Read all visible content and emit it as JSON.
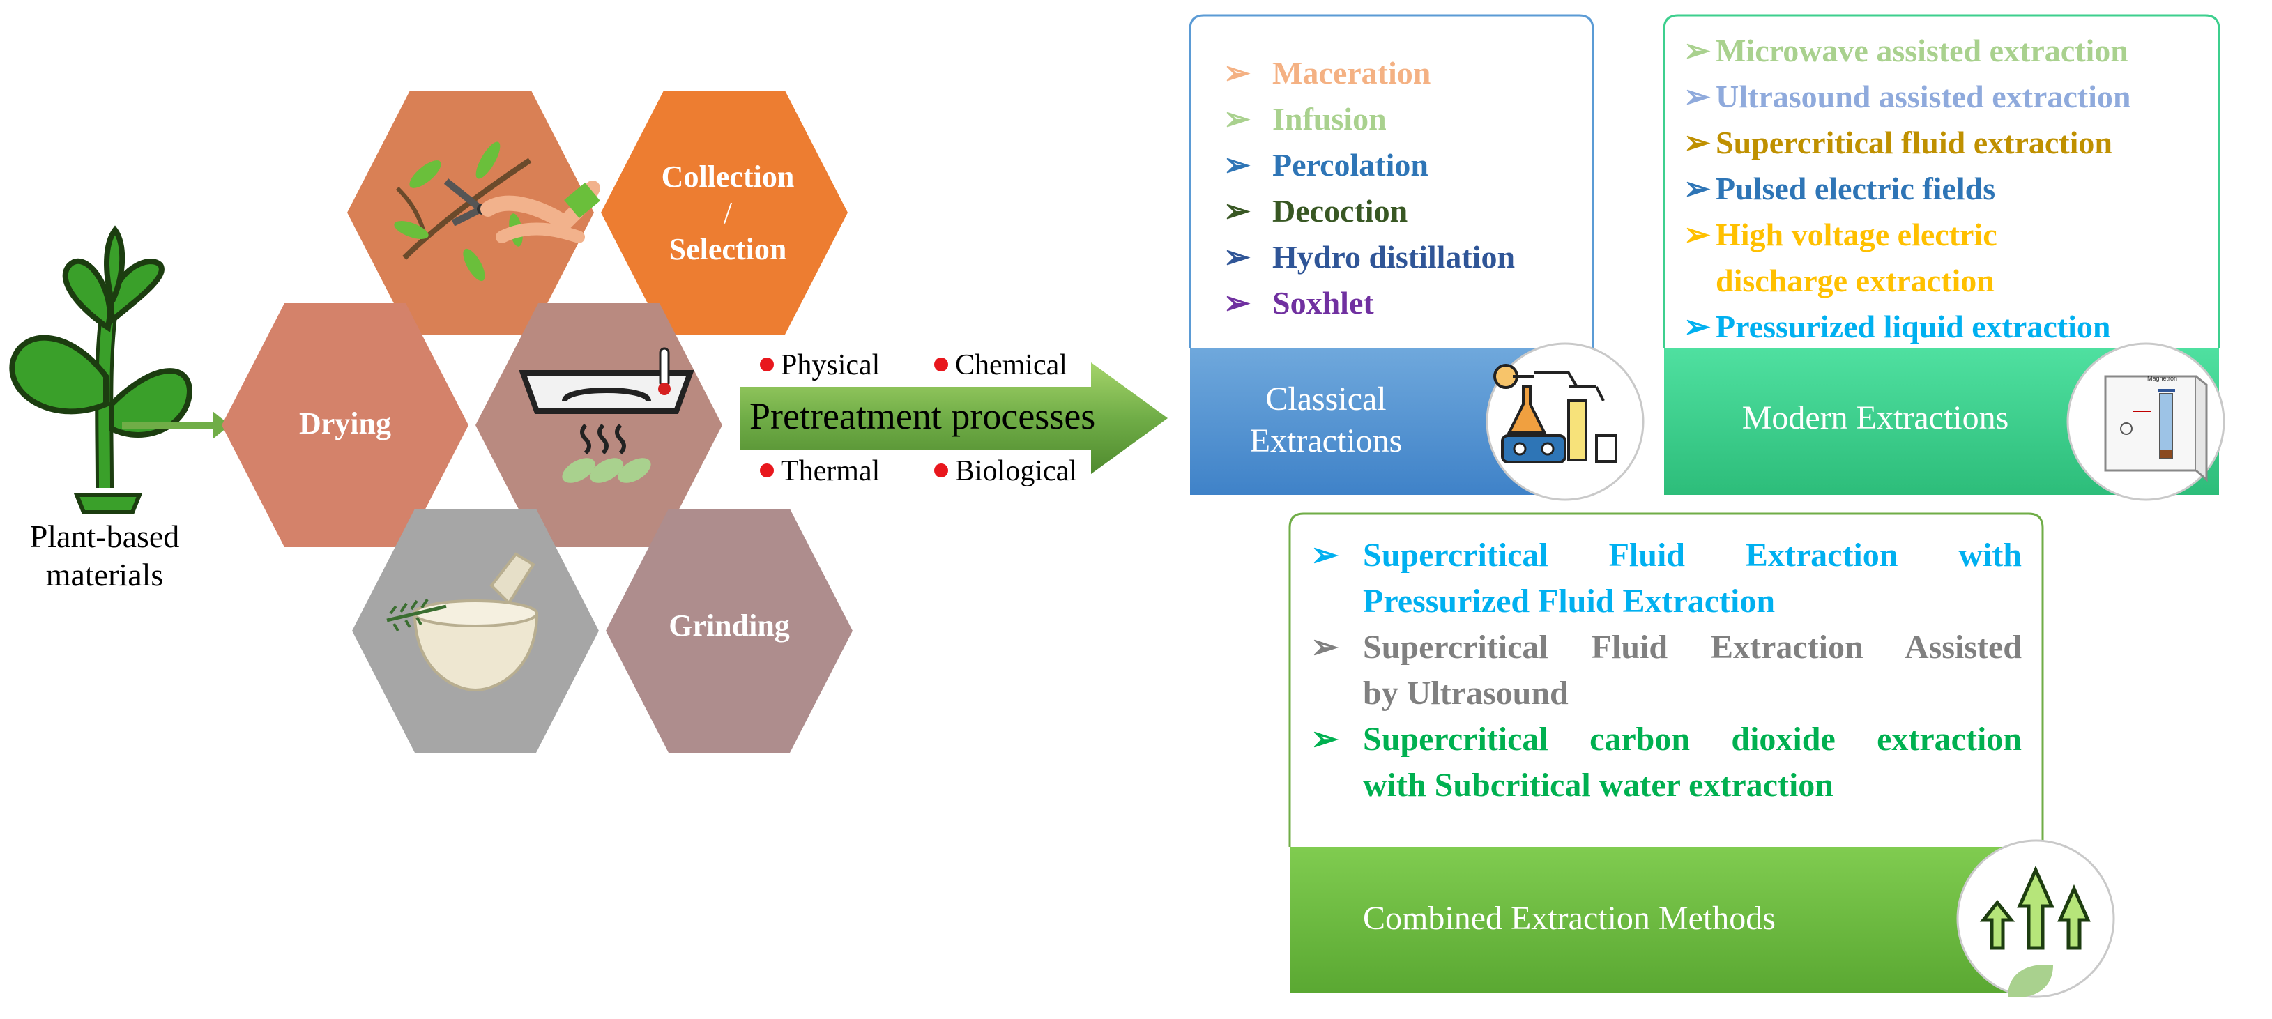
{
  "plant": {
    "label_line1": "Plant-based",
    "label_line2": "materials"
  },
  "hexagons": {
    "collection_line1": "Collection",
    "collection_line2": "/",
    "collection_line3": "Selection",
    "drying": "Drying",
    "grinding": "Grinding"
  },
  "pretreatment": {
    "title": "Pretreatment processes",
    "types": [
      "Physical",
      "Chemical",
      "Thermal",
      "Biological"
    ]
  },
  "classical": {
    "title_line1": "Classical",
    "title_line2": "Extractions",
    "items": [
      {
        "label": "Maceration",
        "color": "#f4b183"
      },
      {
        "label": "Infusion",
        "color": "#a9d18e"
      },
      {
        "label": "Percolation",
        "color": "#2e75b6"
      },
      {
        "label": "Decoction",
        "color": "#385723"
      },
      {
        "label": "Hydro distillation",
        "color": "#2f5597"
      },
      {
        "label": "Soxhlet",
        "color": "#7030a0"
      }
    ]
  },
  "modern": {
    "title": "Modern Extractions",
    "items": [
      {
        "label": "Microwave assisted extraction",
        "color": "#a9d18e"
      },
      {
        "label": "Ultrasound assisted extraction",
        "color": "#8faadc"
      },
      {
        "label": "Supercritical fluid extraction",
        "color": "#bf9000"
      },
      {
        "label": "Pulsed electric fields",
        "color": "#2e75b6"
      },
      {
        "label": "High voltage electric",
        "color": "#ffc000"
      },
      {
        "label": "discharge extraction",
        "color": "#ffc000"
      },
      {
        "label": "Pressurized liquid extraction",
        "color": "#00b0f0"
      }
    ],
    "icon_text": "Magnetron"
  },
  "combined": {
    "title": "Combined Extraction Methods",
    "items": [
      {
        "line1": "Supercritical Fluid Extraction with",
        "line2": "Pressurized Fluid Extraction",
        "color": "#00b0f0"
      },
      {
        "line1": "Supercritical Fluid Extraction Assisted",
        "line2": "by Ultrasound",
        "color": "#808080"
      },
      {
        "line1": "Supercritical carbon dioxide extraction",
        "line2": "with Subcritical water extraction",
        "color": "#00b050"
      }
    ]
  },
  "colors": {
    "hex_orange": "#ed7d31",
    "hex_dark_orange": "#d98055",
    "hex_salmon": "#d4826a",
    "hex_rose": "#b98a80",
    "hex_gray": "#a6a6a6",
    "hex_mauve": "#ae8d8d",
    "arrow_green": "#70ad47",
    "classical_blue": "#5b9bd5",
    "modern_green": "#3dcf8e",
    "combined_green": "#6fbf3f"
  }
}
